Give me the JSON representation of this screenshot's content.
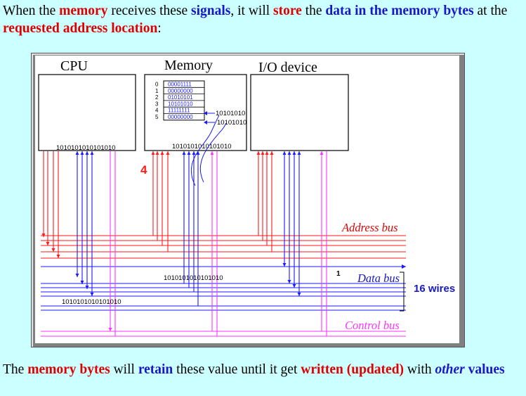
{
  "top_text": [
    {
      "t": "When the ",
      "c": ""
    },
    {
      "t": "memory",
      "c": "red"
    },
    {
      "t": " receives these ",
      "c": ""
    },
    {
      "t": "signals",
      "c": "blue"
    },
    {
      "t": ", it will ",
      "c": ""
    },
    {
      "t": "store",
      "c": "red"
    },
    {
      "t": " the ",
      "c": ""
    },
    {
      "t": "data in the memory bytes",
      "c": "blue"
    },
    {
      "t": " at the ",
      "c": ""
    },
    {
      "t": "requested address location",
      "c": "red"
    },
    {
      "t": ":",
      "c": ""
    }
  ],
  "bottom_text": [
    {
      "t": "The ",
      "c": ""
    },
    {
      "t": "memory bytes",
      "c": "red"
    },
    {
      "t": " will ",
      "c": ""
    },
    {
      "t": "retain",
      "c": "blue"
    },
    {
      "t": " these value until it get ",
      "c": ""
    },
    {
      "t": "written (updated)",
      "c": "red"
    },
    {
      "t": " with ",
      "c": ""
    },
    {
      "t": "other",
      "c": "blue-i"
    },
    {
      "t": " values",
      "c": "blue"
    }
  ],
  "diagram": {
    "cpu_label": "CPU",
    "memory_label": "Memory",
    "io_label": "I/O device",
    "cpu_register": "1010101010101010",
    "memory_register": "1010101010101010",
    "memory_cells": [
      {
        "addr": "0",
        "value": "00001111"
      },
      {
        "addr": "1",
        "value": "00000000"
      },
      {
        "addr": "2",
        "value": "01010101"
      },
      {
        "addr": "3",
        "value": "10101010"
      },
      {
        "addr": "4",
        "value": "11111111"
      },
      {
        "addr": "5",
        "value": "00000000"
      }
    ],
    "incoming_byte_1": "10101010",
    "incoming_byte_2": "10101010",
    "address_value": "4",
    "address_bus_label": "Address bus",
    "data_bus_label": "Data bus",
    "data_bus_width": "16 wires",
    "control_bus_label": "Control bus",
    "data_bus_value": "1010101010101010",
    "cpu_data_value": "1010101010101010",
    "marker": "1",
    "colors": {
      "address": "#ff1a1a",
      "data": "#1a1aff",
      "control": "#ff33ff",
      "label_red": "#e00000",
      "label_blue": "#1818c8"
    }
  }
}
